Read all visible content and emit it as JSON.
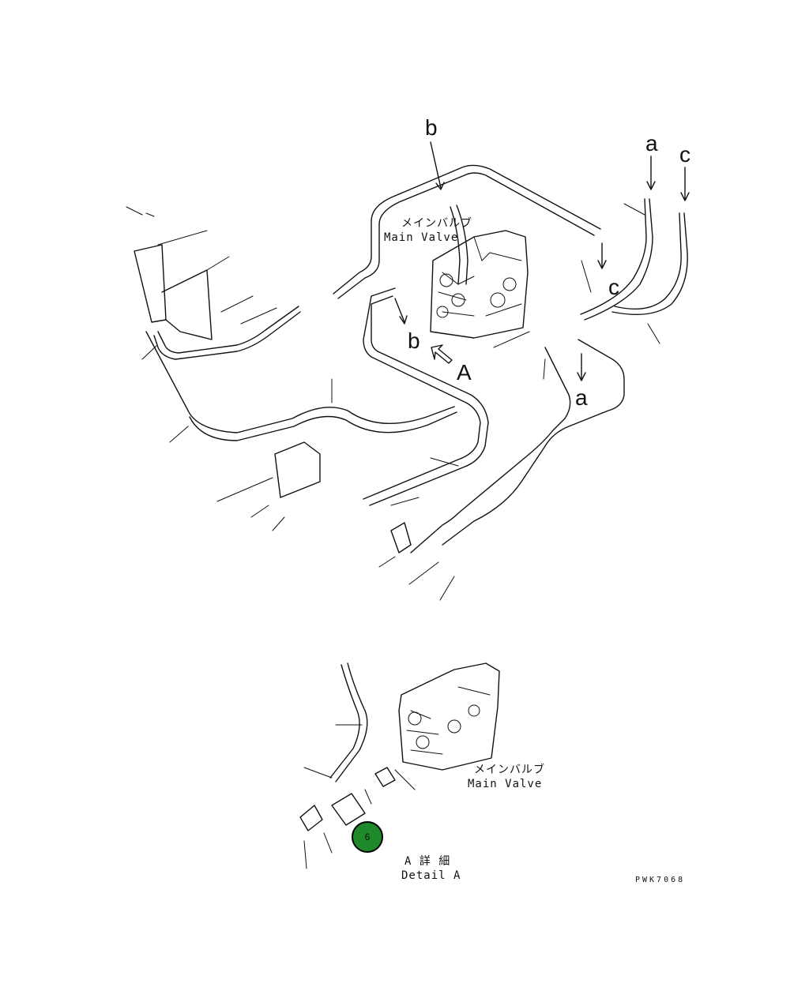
{
  "labels": {
    "letter_b_top": "b",
    "letter_a_top": "a",
    "letter_c_top": "c",
    "letter_c_mid": "c",
    "letter_b_mid": "b",
    "letter_A": "A",
    "letter_a_low": "a"
  },
  "main_valve_upper": {
    "jp": "メインバルブ",
    "en": "Main Valve"
  },
  "main_valve_lower": {
    "jp": "メインバルブ",
    "en": "Main Valve"
  },
  "detail": {
    "jp": "A 詳 細",
    "en": "Detail A"
  },
  "drawing_code": "PWK7068",
  "badge": {
    "number": "6",
    "color": "#1e8a2a"
  }
}
